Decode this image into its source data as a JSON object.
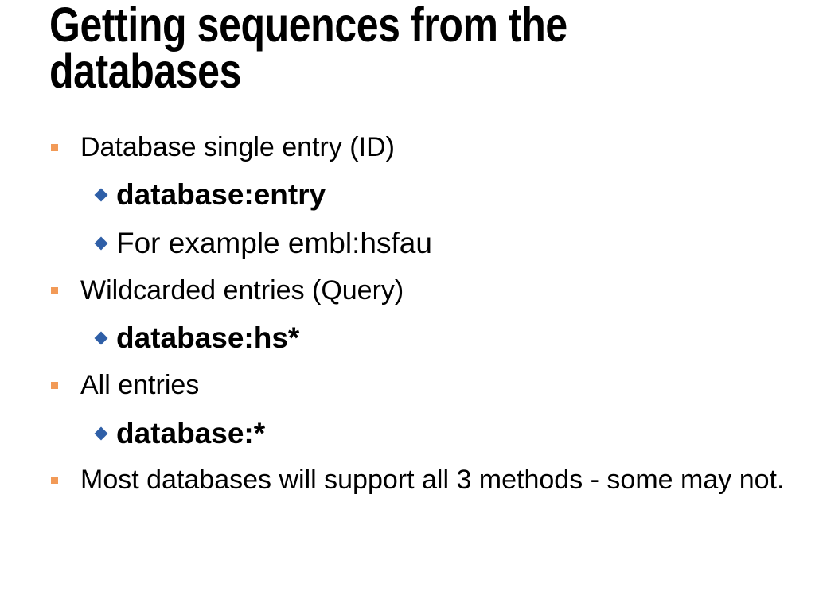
{
  "slide": {
    "title": "Getting sequences from the databases",
    "colors": {
      "background": "#ffffff",
      "text": "#000000",
      "level1_bullet": "#f29a57",
      "level2_bullet": "#2f5fa7"
    },
    "bullets": [
      {
        "text": "Database single entry (ID)",
        "subitems": [
          {
            "text": "database:entry",
            "bold": true
          },
          {
            "text": "For example  embl:hsfau",
            "bold": false
          }
        ]
      },
      {
        "text": "Wildcarded entries (Query)",
        "subitems": [
          {
            "text": "database:hs*",
            "bold": true
          }
        ]
      },
      {
        "text": "All entries",
        "subitems": [
          {
            "text": "database:*",
            "bold": true
          }
        ]
      },
      {
        "text": "Most databases will support all 3 methods - some may not.",
        "subitems": []
      }
    ]
  }
}
